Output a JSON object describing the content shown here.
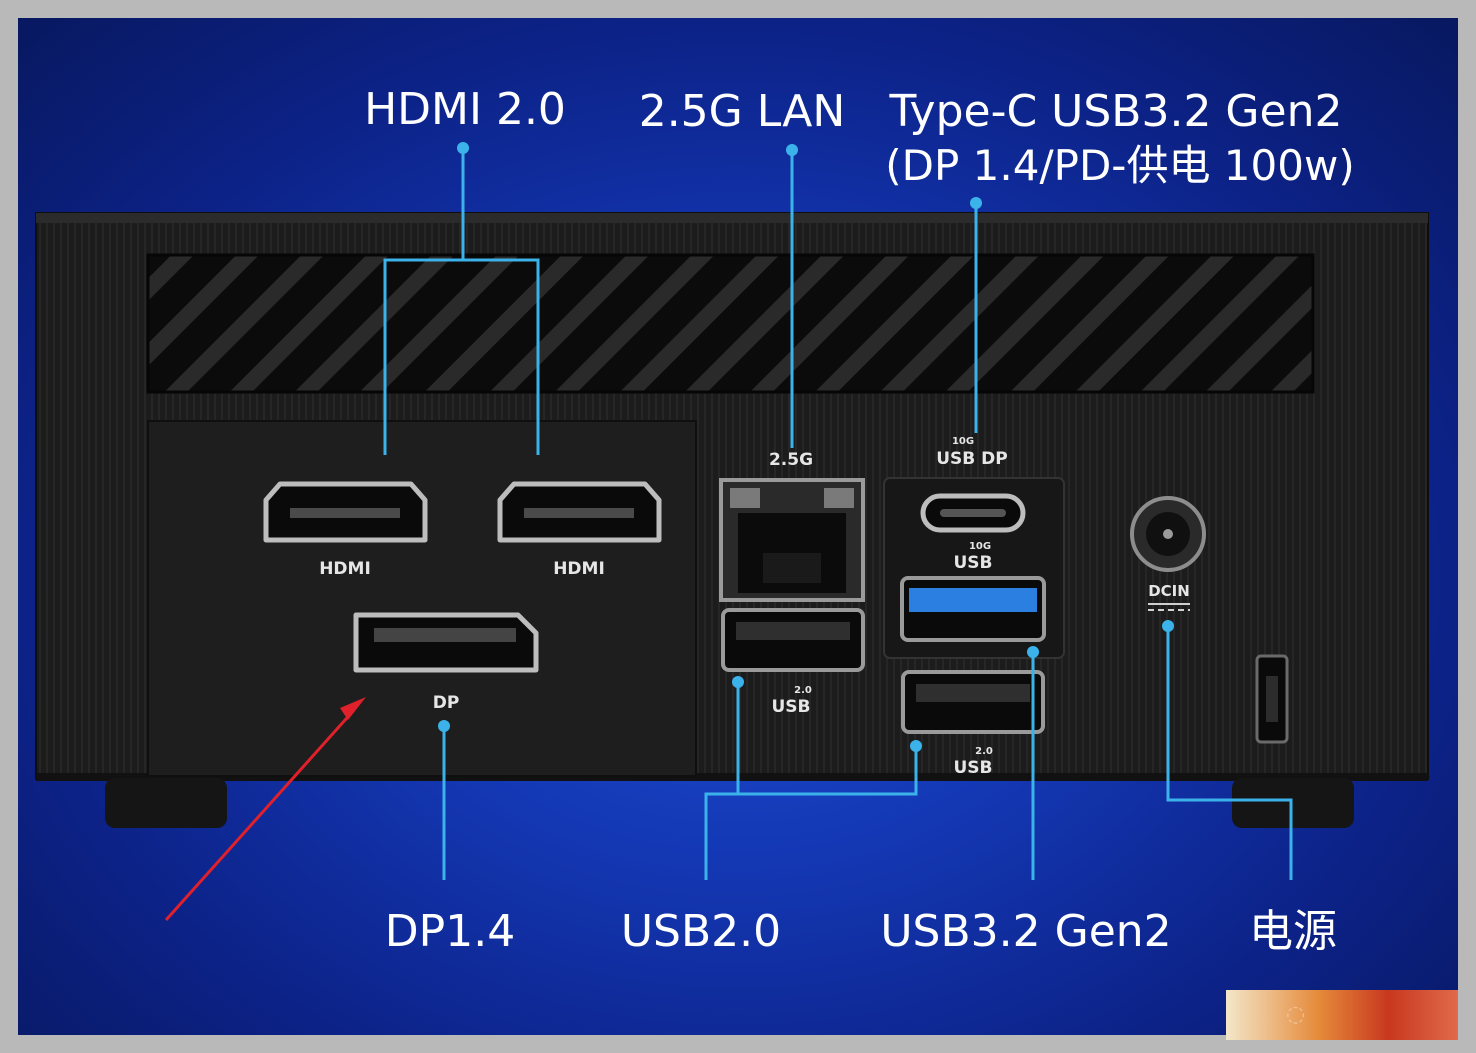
{
  "callouts": {
    "hdmi": "HDMI 2.0",
    "lan": "2.5G LAN",
    "typec_line1": "Type-C USB3.2 Gen2",
    "typec_line2": "(DP 1.4/PD-供电 100w)",
    "dp": "DP1.4",
    "usb20": "USB2.0",
    "usb32": "USB3.2 Gen2",
    "power": "电源"
  },
  "port_labels": {
    "hdmi_left": "HDMI",
    "hdmi_right": "HDMI",
    "dp": "DP",
    "lan_speed": "2.5G",
    "usbc_speed": "10G",
    "usbc_type": "USB DP",
    "usb3_speed": "10G",
    "usb3_type": "USB",
    "usb2a_speed": "2.0",
    "usb2a_type": "USB",
    "usb2b_speed": "2.0",
    "usb2b_type": "USB",
    "dcin": "DCIN"
  },
  "colors": {
    "callout_line": "#3bb3ea",
    "usb3_blue": "#2a7fe0",
    "arrow": "#e0202a",
    "chassis": "#1a1a1a"
  }
}
